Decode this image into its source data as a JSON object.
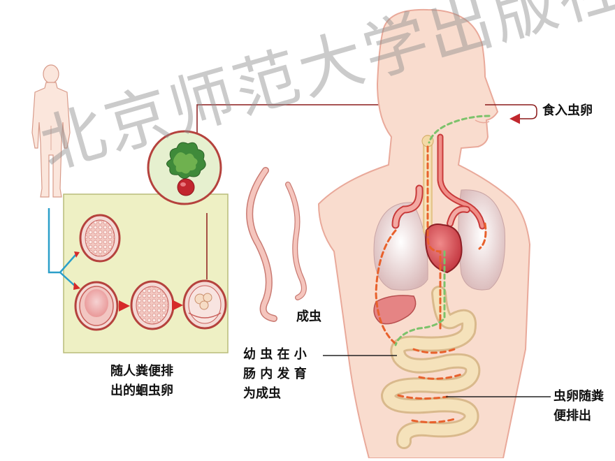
{
  "watermark": "北京师范大学出版社",
  "labels": {
    "eat_eggs": "食入虫卵",
    "adult_worm": "成虫",
    "eggs_in_feces": [
      "随人粪便排",
      "出的蛔虫卵"
    ],
    "larva_develop": [
      "幼 虫 在 小",
      "肠 内 发 育",
      "为成虫"
    ],
    "eggs_excreted": [
      "虫卵随粪",
      "便排出"
    ]
  },
  "colors": {
    "panel_fill": "#eef0c4",
    "panel_border": "#b9bc7a",
    "skin": "#f7d9c8",
    "skin_outline": "#e8a898",
    "organ_red": "#d9534f",
    "worm_pink": "#f2b7b0",
    "dash_orange": "#e8612c",
    "dash_green": "#7cc26b",
    "arrow_red": "#d62a2a",
    "arrow_blue": "#2b9fc9",
    "leader_line": "#8b1a1a"
  },
  "icons": [
    "human-figure-icon",
    "vegetable-icon",
    "roundworm-icon",
    "egg-icon"
  ]
}
